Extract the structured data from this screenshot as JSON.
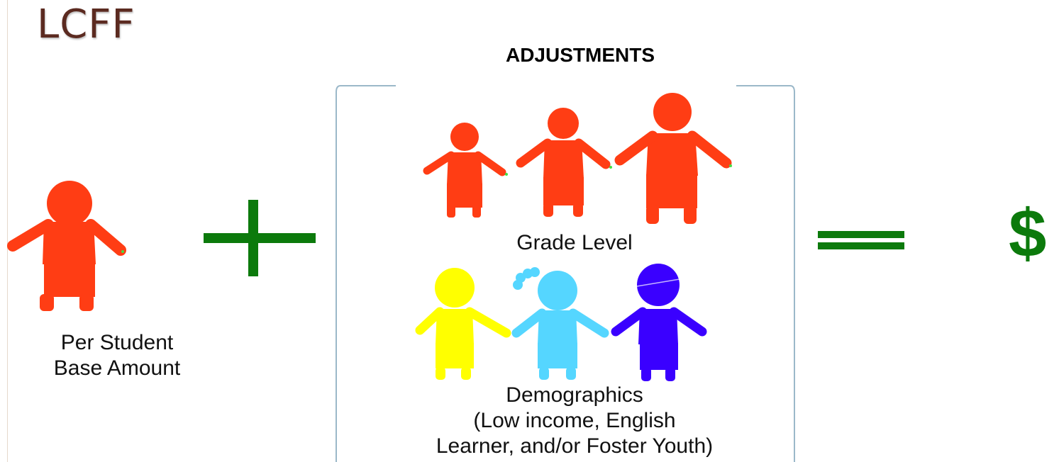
{
  "title": "LCFF",
  "adjustments_heading": "ADJUSTMENTS",
  "labels": {
    "base": [
      "Per Student",
      "Base Amount"
    ],
    "grade": "Grade Level",
    "demographics": [
      "Demographics",
      "(Low income, English",
      "Learner, and/or Foster Youth)"
    ]
  },
  "operators": {
    "plus": "+",
    "equals": "=",
    "result": "$"
  },
  "icons": {
    "base": "person-icon",
    "grade": [
      "small-child-icon",
      "medium-child-icon",
      "large-child-icon"
    ],
    "demographics": [
      "yellow-child-icon",
      "girl-child-icon",
      "boy-child-icon"
    ]
  },
  "colors": {
    "title": "#5b2a20",
    "operator": "#0c7a0c",
    "base_figure": "#ff3d14",
    "grade_figures": "#ff3d14",
    "demo_yellow": "#ffff00",
    "demo_cyan": "#55d6ff",
    "demo_blue": "#3a00ff",
    "bracket": "#9bb8c9"
  }
}
